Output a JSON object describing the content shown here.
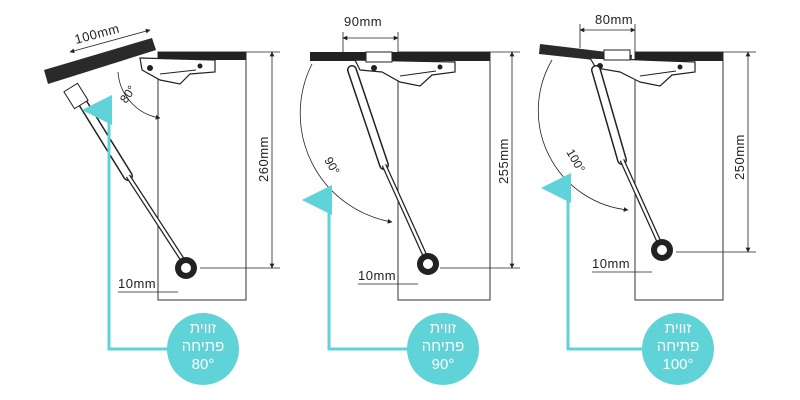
{
  "colors": {
    "accent": "#5fd3d8",
    "line": "#222222"
  },
  "panels": [
    {
      "id": "80",
      "top_dim": "100mm",
      "side_dim": "260mm",
      "bottom_dim": "10mm",
      "angle_label": "80°",
      "badge_lines": [
        "זווית",
        "פתיחה",
        "80°"
      ]
    },
    {
      "id": "90",
      "top_dim": "90mm",
      "side_dim": "255mm",
      "bottom_dim": "10mm",
      "angle_label": "90°",
      "badge_lines": [
        "זווית",
        "פתיחה",
        "90°"
      ]
    },
    {
      "id": "100",
      "top_dim": "80mm",
      "side_dim": "250mm",
      "bottom_dim": "10mm",
      "angle_label": "100°",
      "badge_lines": [
        "זווית",
        "פתיחה",
        "100°"
      ]
    }
  ]
}
